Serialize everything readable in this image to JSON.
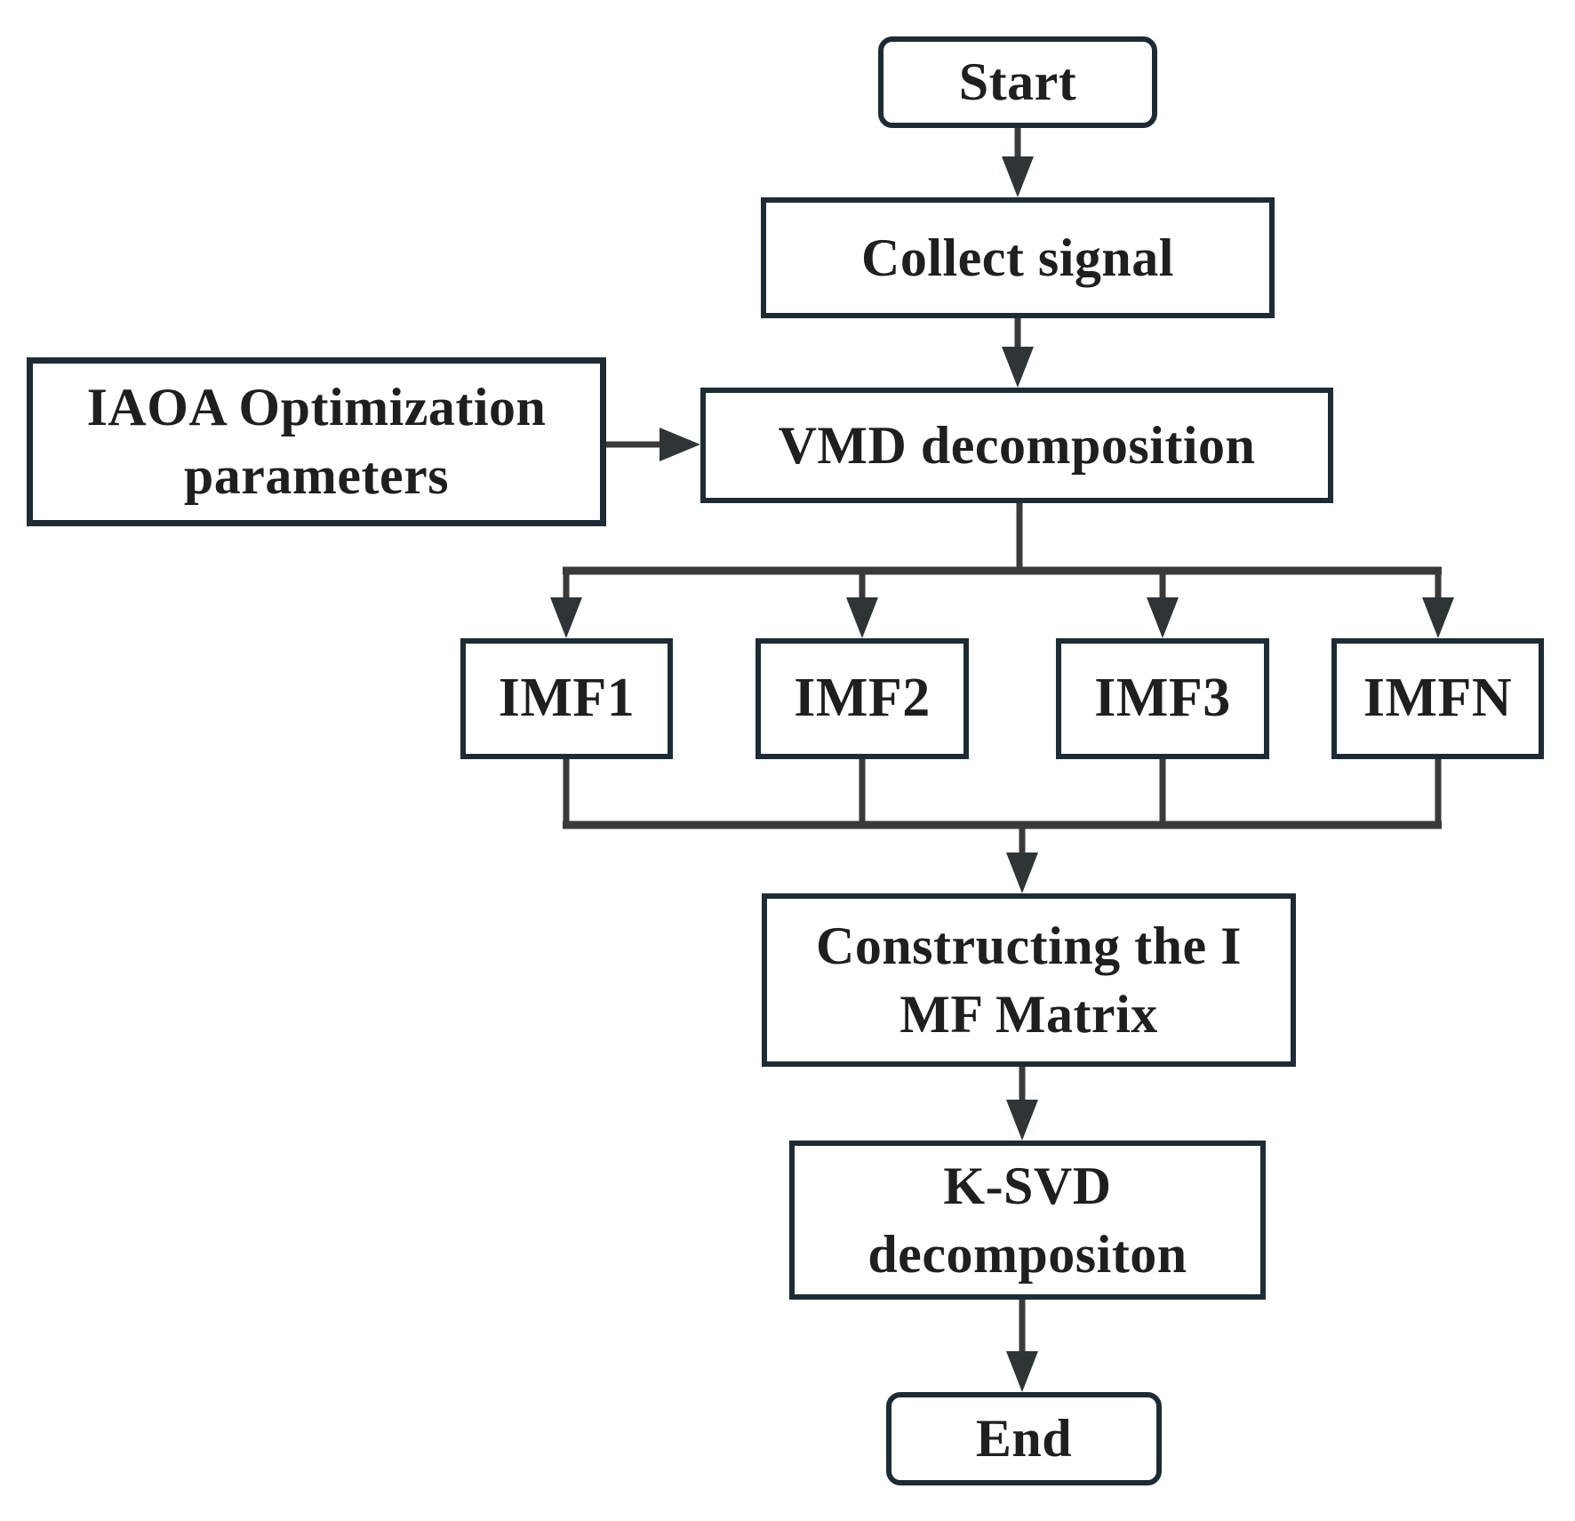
{
  "diagram_type": "flowchart",
  "colors": {
    "background": "#ffffff",
    "box_border": "#1d2b35",
    "box_fill": "#ffffff",
    "text": "#1f1f1f",
    "connector": "#3a3a3a",
    "arrowhead": "#2f3437"
  },
  "nodes": {
    "start": {
      "label": "Start",
      "shape": "rounded-rect"
    },
    "collect": {
      "label": "Collect signal",
      "shape": "rect"
    },
    "iaoa": {
      "label": "IAOA Optimization parameters",
      "lines": [
        "IAOA Optimization",
        "parameters"
      ],
      "shape": "rect"
    },
    "vmd": {
      "label": "VMD decomposition",
      "shape": "rect"
    },
    "imf1": {
      "label": "IMF1",
      "shape": "rect"
    },
    "imf2": {
      "label": "IMF2",
      "shape": "rect"
    },
    "imf3": {
      "label": "IMF3",
      "shape": "rect"
    },
    "imfn": {
      "label": "IMFN",
      "shape": "rect"
    },
    "construct": {
      "label": "Constructing the I MF Matrix",
      "lines": [
        "Constructing the I",
        "MF Matrix"
      ],
      "shape": "rect"
    },
    "ksvd": {
      "label": "K-SVD decompositon",
      "lines": [
        "K-SVD",
        "decompositon"
      ],
      "shape": "rect"
    },
    "end": {
      "label": "End",
      "shape": "rounded-rect"
    }
  },
  "edges": [
    {
      "from": "start",
      "to": "collect",
      "arrow": true
    },
    {
      "from": "collect",
      "to": "vmd",
      "arrow": true
    },
    {
      "from": "iaoa",
      "to": "vmd",
      "arrow": true
    },
    {
      "from": "vmd",
      "to": "imf1",
      "arrow": true
    },
    {
      "from": "vmd",
      "to": "imf2",
      "arrow": true
    },
    {
      "from": "vmd",
      "to": "imf3",
      "arrow": true
    },
    {
      "from": "vmd",
      "to": "imfn",
      "arrow": true
    },
    {
      "from": "imf1",
      "to": "construct",
      "arrow": true
    },
    {
      "from": "imf2",
      "to": "construct",
      "arrow": true
    },
    {
      "from": "imf3",
      "to": "construct",
      "arrow": true
    },
    {
      "from": "imfn",
      "to": "construct",
      "arrow": true
    },
    {
      "from": "construct",
      "to": "ksvd",
      "arrow": true
    },
    {
      "from": "ksvd",
      "to": "end",
      "arrow": true
    }
  ]
}
